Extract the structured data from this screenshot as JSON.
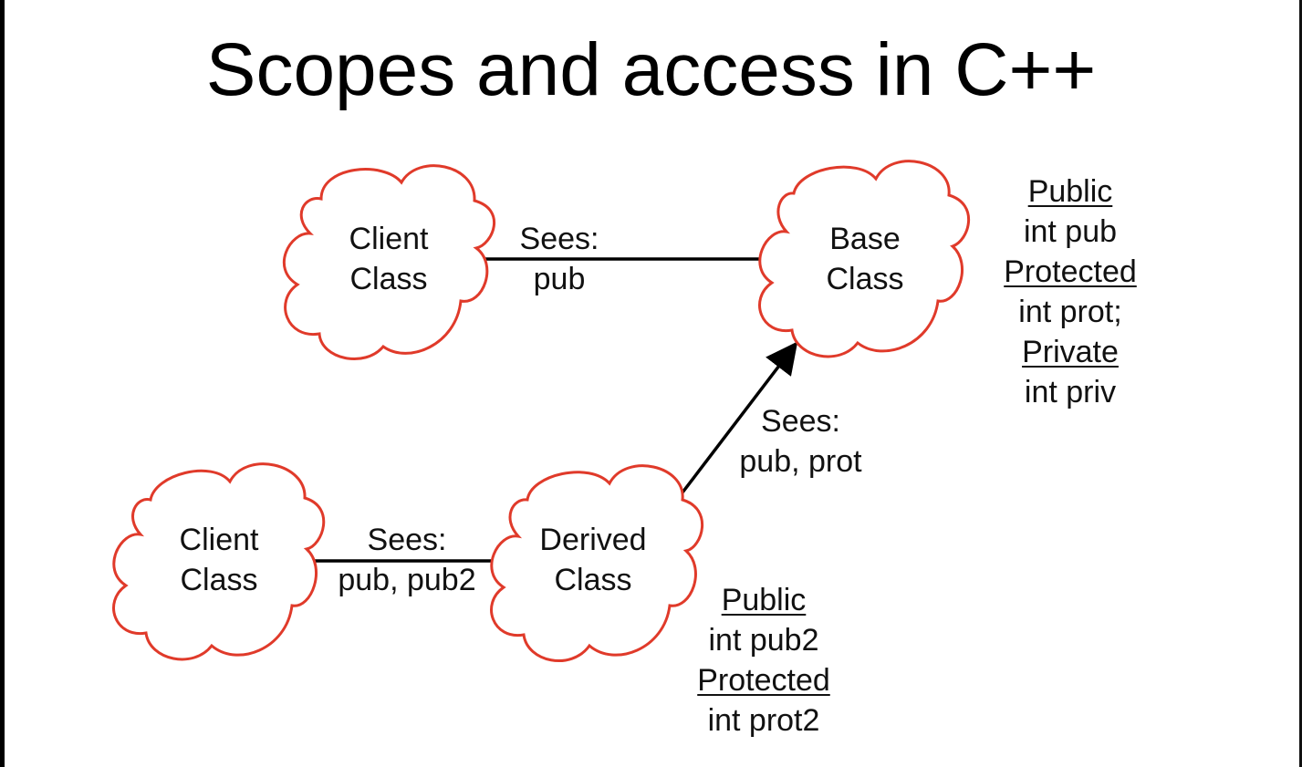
{
  "title": "Scopes and access in C++",
  "colors": {
    "cloud_stroke": "#e03a2a",
    "line": "#000000",
    "text": "#111111"
  },
  "nodes": {
    "client_top": {
      "line1": "Client",
      "line2": "Class"
    },
    "base": {
      "line1": "Base",
      "line2": "Class"
    },
    "derived": {
      "line1": "Derived",
      "line2": "Class"
    },
    "client_bottom": {
      "line1": "Client",
      "line2": "Class"
    }
  },
  "edges": {
    "client_top_base": {
      "line1": "Sees:",
      "line2": "pub"
    },
    "derived_base": {
      "line1": "Sees:",
      "line2": "pub, prot"
    },
    "client_bottom_derived": {
      "line1": "Sees:",
      "line2": "pub, pub2"
    }
  },
  "base_members": {
    "public_header": "Public",
    "public_member": "int pub",
    "protected_header": "Protected",
    "protected_member": "int prot;",
    "private_header": "Private",
    "private_member": "int priv"
  },
  "derived_members": {
    "public_header": "Public",
    "public_member": "int pub2",
    "protected_header": "Protected",
    "protected_member": "int prot2"
  }
}
